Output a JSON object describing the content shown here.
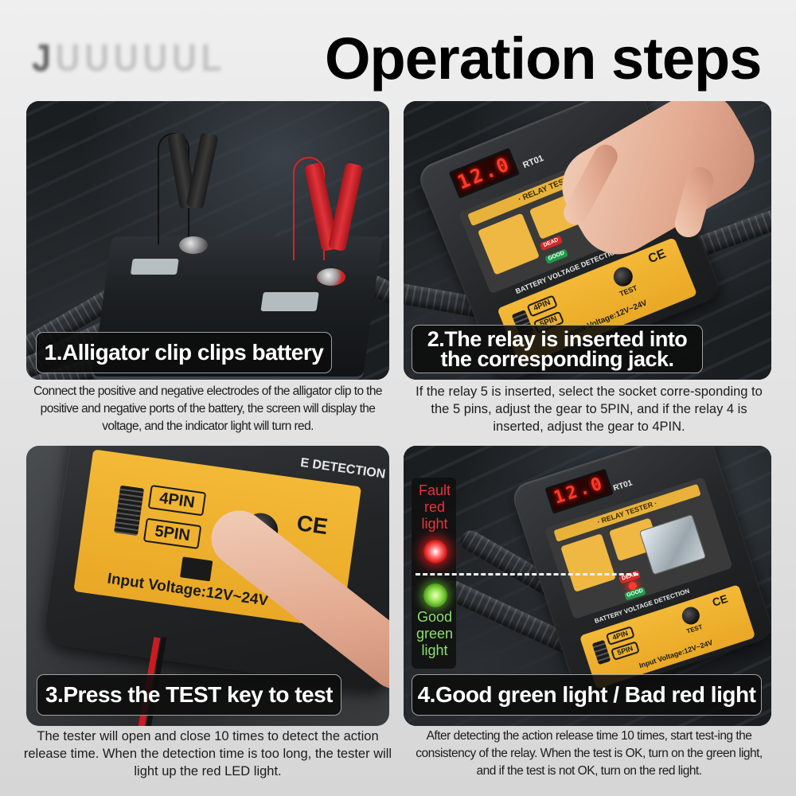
{
  "header": {
    "brand_logo_text": "JUUUUUL",
    "title": "Operation steps"
  },
  "steps": [
    {
      "number": 1,
      "title": "1.Alligator clip clips battery",
      "description": "Connect the positive and negative electrodes of the alligator clip to the positive and negative ports of the battery, the screen will display the voltage, and the indicator light will turn red.",
      "image_alt": "black and red alligator clips attached to car battery terminals in engine bay"
    },
    {
      "number": 2,
      "title_line1": "2.The relay is inserted into",
      "title_line2": "the corresponding jack.",
      "description": "If the relay 5 is inserted, select the socket corre-sponding to the 5 pins, adjust the gear to 5PIN, and if the relay 4 is inserted, adjust the gear to 4PIN.",
      "image_alt": "hand inserting relay into relay tester device"
    },
    {
      "number": 3,
      "title": "3.Press the TEST key to test",
      "description": "The tester will open and close 10 times to detect the action release time. When the detection time is too long, the tester will light up the red LED light.",
      "image_alt": "finger pressing TEST button on relay tester"
    },
    {
      "number": 4,
      "title": "4.Good green light / Bad red light",
      "description": "After detecting the action release time 10 times, start test-ing the consistency of the relay. When the test is OK, turn on the green light, and if the test is not OK, turn on the red light.",
      "image_alt": "relay tester with inserted relay and indicator light legend",
      "legend": {
        "fault_label": "Fault red light",
        "good_label": "Good green light",
        "fault_color": "#e8343a",
        "good_color": "#8be06e"
      }
    }
  ],
  "device": {
    "display_value": "12.0",
    "model": "RT01",
    "banner": "· RELAY TESTER ·",
    "tag_dead": "DEAD",
    "tag_good": "GOOD",
    "section_label": "BATTERY VOLTAGE DETECTION",
    "section_label_partial": "E DETECTION",
    "switch_upper": "4PIN",
    "switch_lower": "5PIN",
    "button_label": "TEST",
    "cert_mark": "CE",
    "input_voltage": "Input Voltage:12V~24V"
  },
  "colors": {
    "accent_yellow": "#f0b132",
    "lcd_red": "#ff3a2a",
    "caption_bg": "#0c0c0c",
    "page_bg": "#e6e6e6"
  }
}
